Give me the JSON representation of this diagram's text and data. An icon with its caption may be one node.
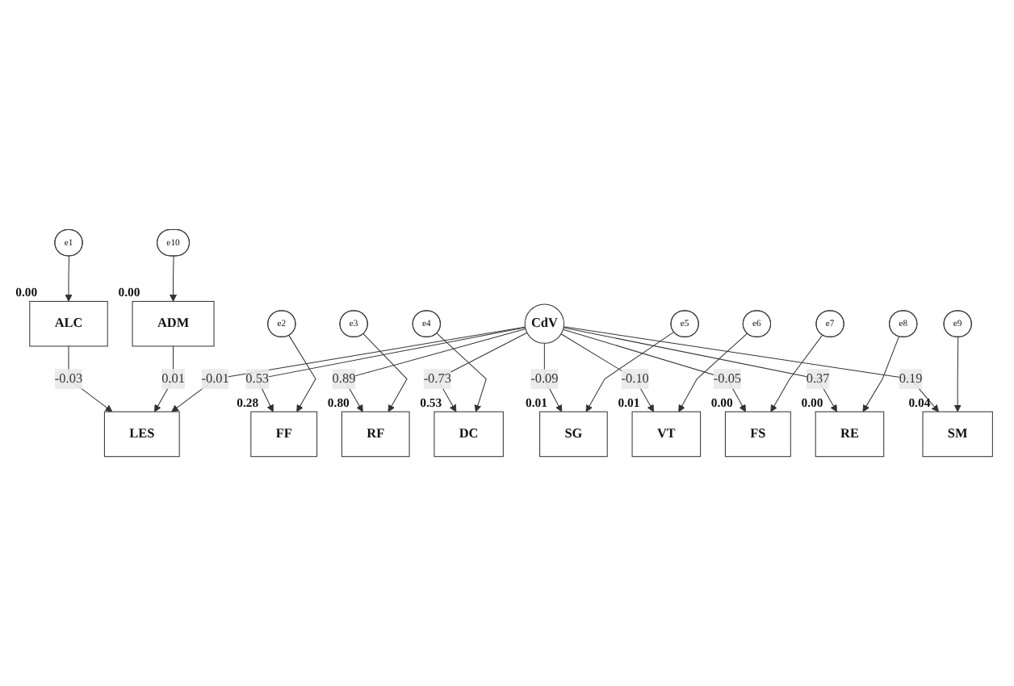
{
  "diagram": {
    "nodes": [
      {
        "text": [
          "LES"
        ]
      },
      {
        "text": [
          "e1"
        ]
      },
      {
        "text": [
          "ALC"
        ],
        "beside": [
          "0.00"
        ]
      },
      {
        "text": [
          "ADM"
        ],
        "beside": [
          "0.00"
        ]
      },
      {
        "text": [
          "e10"
        ]
      },
      {
        "text": [
          "CdV"
        ]
      },
      {
        "text": [
          "FF"
        ],
        "beside": [
          "0.28"
        ]
      },
      {
        "text": [
          "RF"
        ],
        "beside": [
          "0.80"
        ]
      },
      {
        "text": [
          "DC"
        ],
        "beside": [
          "0.53"
        ]
      },
      {
        "text": [
          "SG"
        ],
        "beside": [
          "0.01"
        ]
      },
      {
        "text": [
          "VT"
        ],
        "beside": [
          "0.01"
        ]
      },
      {
        "text": [
          "FS"
        ],
        "beside": [
          "0.00"
        ]
      },
      {
        "text": [
          "RE"
        ],
        "beside": [
          "0.00"
        ]
      },
      {
        "text": [
          "SM"
        ],
        "beside": [
          "0.04"
        ]
      },
      {
        "text": [
          "e2"
        ]
      },
      {
        "text": [
          "e3"
        ]
      },
      {
        "text": [
          "e4"
        ]
      },
      {
        "text": [
          "e5"
        ]
      },
      {
        "text": [
          "e6"
        ]
      },
      {
        "text": [
          "e7"
        ]
      },
      {
        "text": [
          "e8"
        ]
      },
      {
        "text": [
          "e9"
        ]
      }
    ],
    "edges": [
      {
        "from": 2,
        "to": 0,
        "arrow": "to",
        "label": "-0.03"
      },
      {
        "from": 3,
        "to": 0,
        "arrow": "to",
        "label": "0.01"
      },
      {
        "from": 5,
        "to": 0,
        "arrow": "to",
        "label": "-0.01"
      },
      {
        "from": 1,
        "to": 2,
        "arrow": "to"
      },
      {
        "from": 4,
        "to": 3,
        "arrow": "to"
      },
      {
        "from": 5,
        "to": 6,
        "arrow": "to",
        "label": "0.53"
      },
      {
        "from": 5,
        "to": 7,
        "arrow": "to",
        "label": "0.89"
      },
      {
        "from": 5,
        "to": 8,
        "arrow": "to",
        "label": "-0.73"
      },
      {
        "from": 5,
        "to": 9,
        "arrow": "to",
        "label": "-0.09"
      },
      {
        "from": 5,
        "to": 10,
        "arrow": "to",
        "label": "-0.10"
      },
      {
        "from": 5,
        "to": 11,
        "arrow": "to",
        "label": "-0.05"
      },
      {
        "from": 5,
        "to": 12,
        "arrow": "to",
        "label": "0.37"
      },
      {
        "from": 5,
        "to": 13,
        "arrow": "to",
        "label": "0.19"
      },
      {
        "from": 14,
        "to": 6,
        "arrow": "to"
      },
      {
        "from": 15,
        "to": 7,
        "arrow": "to"
      },
      {
        "from": 16,
        "to": 8,
        "arrow": "to"
      },
      {
        "from": 17,
        "to": 9,
        "arrow": "to"
      },
      {
        "from": 18,
        "to": 10,
        "arrow": "to"
      },
      {
        "from": 19,
        "to": 11,
        "arrow": "to"
      },
      {
        "from": 20,
        "to": 12,
        "arrow": "to"
      },
      {
        "from": 21,
        "to": 13,
        "arrow": "to"
      }
    ]
  }
}
